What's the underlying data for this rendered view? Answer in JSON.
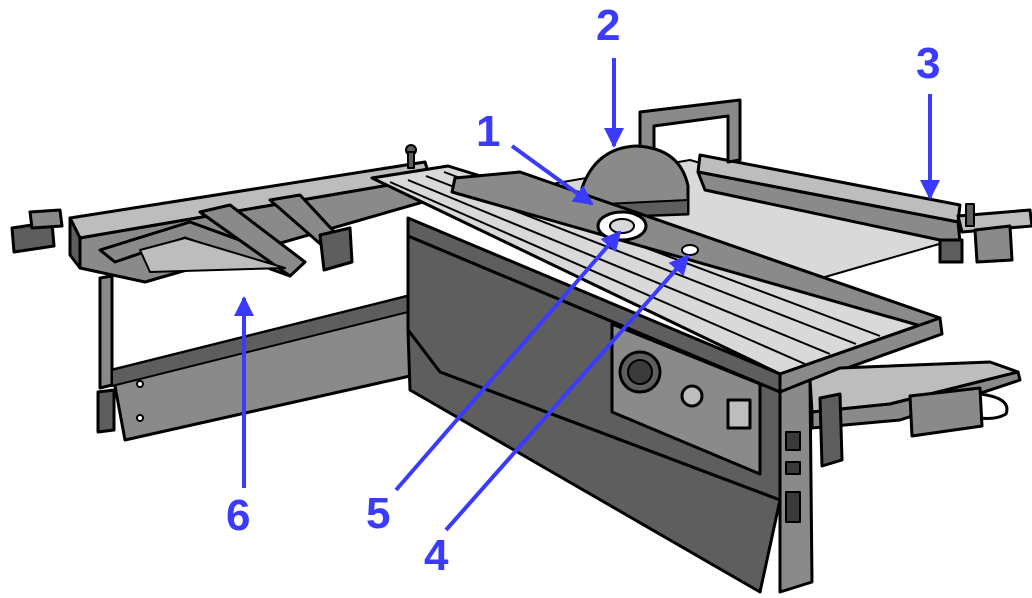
{
  "colors": {
    "arrow": "#3b3bff",
    "outline": "#000000",
    "panel_dark": "#5e5e5e",
    "panel_mid": "#8a8a8a",
    "panel_light": "#bdbdbd",
    "table_light": "#d9d9d9",
    "background": "#ffffff"
  },
  "callouts": [
    {
      "id": "callout-1",
      "label": "1"
    },
    {
      "id": "callout-2",
      "label": "2"
    },
    {
      "id": "callout-3",
      "label": "3"
    },
    {
      "id": "callout-4",
      "label": "4"
    },
    {
      "id": "callout-5",
      "label": "5"
    },
    {
      "id": "callout-6",
      "label": "6"
    }
  ]
}
